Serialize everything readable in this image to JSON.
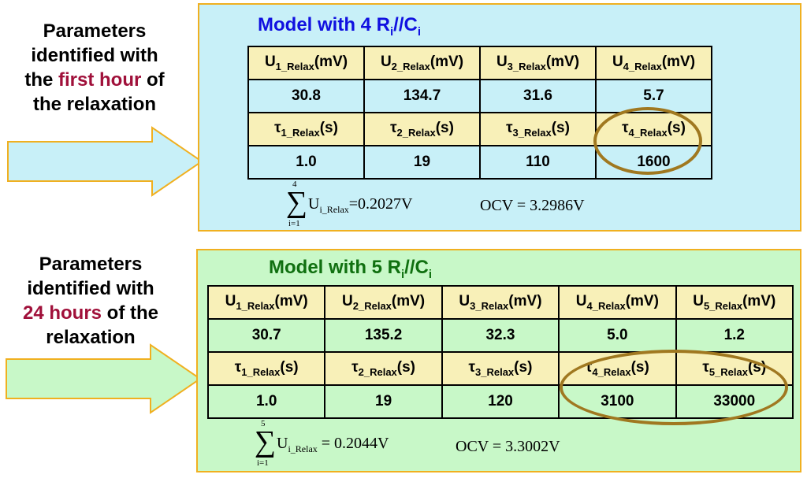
{
  "side1": {
    "line1": "Parameters",
    "line2": "identified with",
    "line3_pre": "the ",
    "line3_hl": "first hour",
    "line3_post": " of",
    "line4": "the relaxation"
  },
  "side2": {
    "line1": "Parameters",
    "line2": "identified with",
    "line3_hl": "24 hours",
    "line3_post": " of the",
    "line4": "relaxation"
  },
  "panel1": {
    "title_pre": "Model with 4 R",
    "title_sub": "i",
    "title_mid": "//C",
    "title_sub2": "i",
    "u_labels": [
      "U",
      "U",
      "U",
      "U"
    ],
    "u_subs": [
      "1_Relax",
      "2_Relax",
      "3_Relax",
      "4_Relax"
    ],
    "u_unit": "(mV)",
    "u_values": [
      "30.8",
      "134.7",
      "31.6",
      "5.7"
    ],
    "t_labels": [
      "τ",
      "τ",
      "τ",
      "τ"
    ],
    "t_subs": [
      "1_Relax",
      "2_Relax",
      "3_Relax",
      "4_Relax"
    ],
    "t_unit": "(s)",
    "t_values": [
      "1.0",
      "19",
      "110",
      "1600"
    ],
    "sum_top": "4",
    "sum_bot": "i=1",
    "sum_var": "U",
    "sum_sub": "i_Relax",
    "sum_val": "=0.2027V",
    "ocv": "OCV = 3.2986V"
  },
  "panel2": {
    "title_pre": "Model with 5 R",
    "title_sub": "i",
    "title_mid": "//C",
    "title_sub2": "i",
    "u_labels": [
      "U",
      "U",
      "U",
      "U",
      "U"
    ],
    "u_subs": [
      "1_Relax",
      "2_Relax",
      "3_Relax",
      "4_Relax",
      "5_Relax"
    ],
    "u_unit": "(mV)",
    "u_values": [
      "30.7",
      "135.2",
      "32.3",
      "5.0",
      "1.2"
    ],
    "t_labels": [
      "τ",
      "τ",
      "τ",
      "τ",
      "τ"
    ],
    "t_subs": [
      "1_Relax",
      "2_Relax",
      "3_Relax",
      "4_Relax",
      "5_Relax"
    ],
    "t_unit": "(s)",
    "t_values": [
      "1.0",
      "19",
      "120",
      "3100",
      "33000"
    ],
    "sum_top": "5",
    "sum_bot": "i=1",
    "sum_var": "U",
    "sum_sub": "i_Relax",
    "sum_val": " = 0.2044V",
    "ocv": "OCV = 3.3002V"
  },
  "colors": {
    "title1": "#1010e0",
    "title2": "#107010",
    "highlight": "#a0103a",
    "oval": "#a07820"
  }
}
